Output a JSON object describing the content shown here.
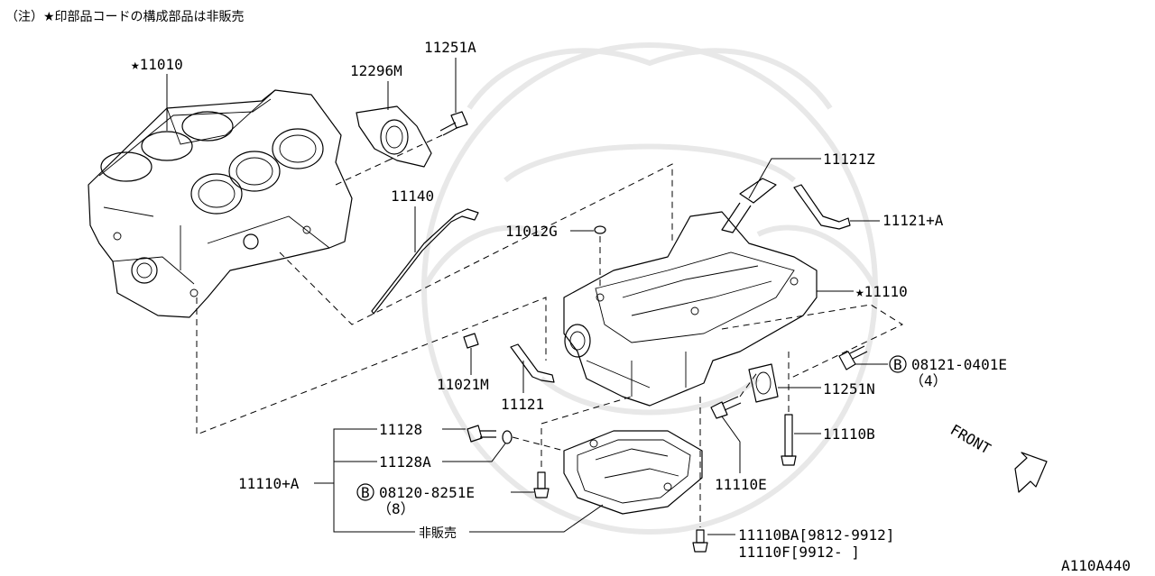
{
  "note": "（注）★印部品コードの構成部品は非販売",
  "diagram_code": "A110A440",
  "front_label": "FRONT",
  "parts": {
    "p11010": "★11010",
    "p12296M": "12296M",
    "p11251A": "11251A",
    "p11140": "11140",
    "p11121Z": "11121Z",
    "p11121A": "11121+A",
    "p11012G": "11012G",
    "p11110": "★11110",
    "p11021M": "11021M",
    "p11121": "11121",
    "p08121": "08121-0401E",
    "p08121_qty": "（4）",
    "p11251N": "11251N",
    "p11110B": "11110B",
    "p11128": "11128",
    "p11128A": "11128A",
    "p11110A": "11110+A",
    "p08120": "08120-8251E",
    "p08120_qty": "（8）",
    "p11110E": "11110E",
    "not_sold": "非販売",
    "p11110BA": "11110BA[9812-9912]",
    "p11110F": "11110F[9912-   ]"
  },
  "bolt_symbol": "B"
}
